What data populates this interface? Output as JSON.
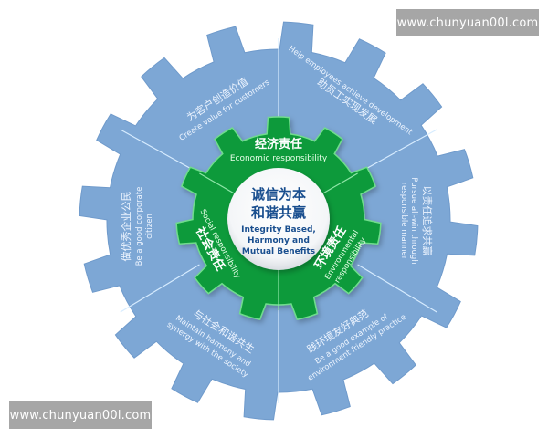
{
  "colors": {
    "outer_gear": "#7da7d5",
    "outer_gear_edge": "#6f9acb",
    "inner_gear": "#0c9a3a",
    "inner_gear_edge": "#6fdc8c",
    "center_circle": "#ffffff",
    "center_text": "#1a4f8f",
    "divider": "#d7ecff",
    "watermark_bg": "#a6a6a6",
    "watermark_text": "#ffffff"
  },
  "watermarks": {
    "top": "www.chunyuan00l.com",
    "bottom": "www.chunyuan00l.com"
  },
  "center": {
    "cn_line1": "诚信为本",
    "cn_line2": "和谐共赢",
    "en_line1": "Integrity Based,",
    "en_line2": "Harmony and",
    "en_line3": "Mutual Benefits"
  },
  "inner_sectors": [
    {
      "cn": "经济责任",
      "en": "Economic responsibility"
    },
    {
      "cn": "社会责任",
      "en": "Social responsibility"
    },
    {
      "cn": "环境责任",
      "en_line1": "Environmental",
      "en_line2": "responsibility"
    }
  ],
  "outer_sectors": [
    {
      "cn": "为客户创造价值",
      "en": "Create value for customers"
    },
    {
      "cn": "助员工实现发展",
      "en": "Help employees achieve development"
    },
    {
      "cn": "以责任追求共赢",
      "en_line1": "Pursue all-win through",
      "en_line2": "responsible manner"
    },
    {
      "cn": "践环境友好典范",
      "en_line1": "Be a good example of",
      "en_line2": "environment friendly practice"
    },
    {
      "cn": "与社会和谐共生",
      "en_line1": "Maintain harmony and",
      "en_line2": "synergy with the society"
    },
    {
      "cn": "做优秀企业公民",
      "en_line1": "Be a good corporate",
      "en_line2": "citizen"
    }
  ]
}
